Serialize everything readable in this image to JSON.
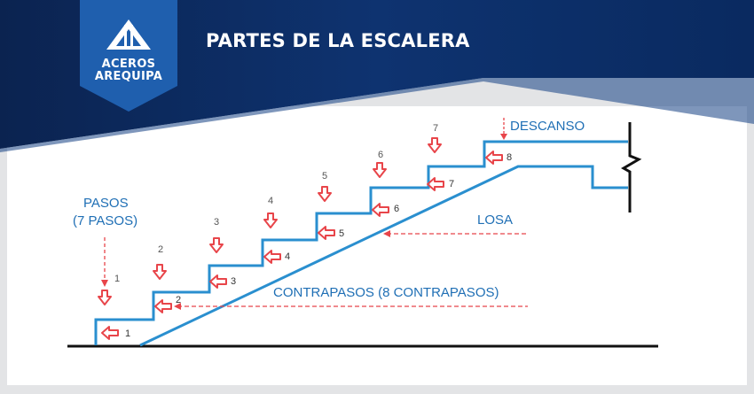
{
  "header": {
    "title": "PARTES DE LA ESCALERA",
    "logo": {
      "line1": "ACEROS",
      "line2": "AREQUIPA"
    }
  },
  "colors": {
    "navy": "#0b2a5b",
    "blue": "#1f6fb5",
    "stair": "#2a8fcf",
    "arrow": "#e8454a",
    "background": "#e3e4e6",
    "panel": "#ffffff"
  },
  "labels": {
    "pasos": "PASOS",
    "pasos_count": "(7 PASOS)",
    "contrapasos": "CONTRAPASOS (8 CONTRAPASOS)",
    "losa": "LOSA",
    "descanso": "DESCANSO"
  },
  "tread_numbers": [
    "1",
    "2",
    "3",
    "4",
    "5",
    "6",
    "7"
  ],
  "riser_numbers": [
    "1",
    "2",
    "3",
    "4",
    "5",
    "6",
    "7",
    "8"
  ]
}
